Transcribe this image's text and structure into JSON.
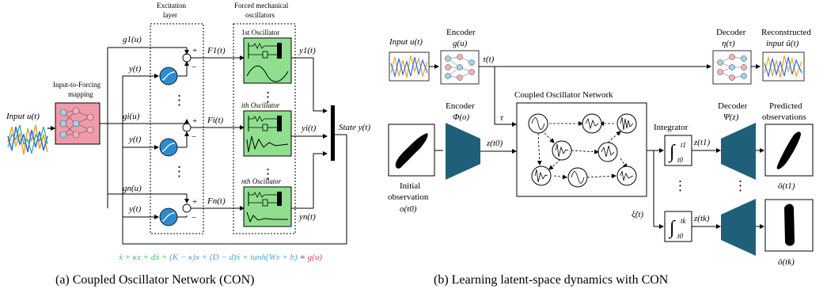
{
  "colors": {
    "forcing_box": "#f19aa9",
    "oscillator_box": "#8fdf8f",
    "nonlinearity": "#2c8ccf",
    "encoder_trapezoid": "#1f5f7a",
    "eq_green": "#3fbf6f",
    "eq_blue": "#4aa3d8",
    "eq_red": "#e8445a",
    "signal_orange": "#f0a030",
    "signal_blue": "#2a6fd0",
    "signal_teal": "#2aa09a"
  },
  "panel_a": {
    "excitation_layer": "Excitation\nlayer",
    "forced_oscillators": "Forced mechanical\noscillators",
    "input_label": "Input  u(t)",
    "mapping_label": "Input-to-Forcing\nmapping",
    "state_label": "State y(t)",
    "g1": "g1(u)",
    "gi": "gi(u)",
    "gn": "gn(u)",
    "y_t": "y(t)",
    "plus": "+",
    "minus": "−",
    "dots": "⋮",
    "F1": "F1(t)",
    "Fi": "Fi(t)",
    "Fn": "Fn(t)",
    "osc1": "1st Oscillator",
    "osci": "ith Oscillator",
    "oscn": "nth Oscillator",
    "y1": "y1(t)",
    "yi": "yi(t)",
    "yn": "yn(t)",
    "equation": {
      "part1": "ẍ + κx + dẋ + ",
      "part2": "(K − κ)x + (D − d)ẋ + tanh(Wx + b)",
      "part3": " = ",
      "part4": "g(u)"
    },
    "caption": "(a)  Coupled Oscillator Network (CON)"
  },
  "panel_b": {
    "input_label": "Input  u(t)",
    "encoder_g_title": "Encoder",
    "encoder_g_sub": "g(u)",
    "tau_t": "τ(t)",
    "tau": "τ",
    "decoder_eta_title": "Decoder",
    "decoder_eta_sub": "η(τ)",
    "reconstructed_title": "Reconstructed",
    "reconstructed_sub": "input  û(t)",
    "encoder_phi_title": "Encoder",
    "encoder_phi_sub": "Φ(o)",
    "network_title": "Coupled Oscillator Network",
    "integrator": "Integrator",
    "decoder_psi_title": "Decoder",
    "decoder_psi_sub": "Ψ(z)",
    "predicted_title": "Predicted",
    "predicted_sub": "observations",
    "z_t0": "z(t0)",
    "z_t1": "z(t1)",
    "z_tk": "z(tk)",
    "xi_dot": "ξ̇(t)",
    "int_t0": "t0",
    "int_t1": "t1",
    "int_tk": "tk",
    "initial_obs": "Initial\nobservation",
    "initial_obs_sym": "o(t0)",
    "o_hat_1": "ô(t1)",
    "o_hat_k": "ô(tk)",
    "dots": "⋮",
    "caption": "(b)  Learning latent-space dynamics with CON"
  }
}
